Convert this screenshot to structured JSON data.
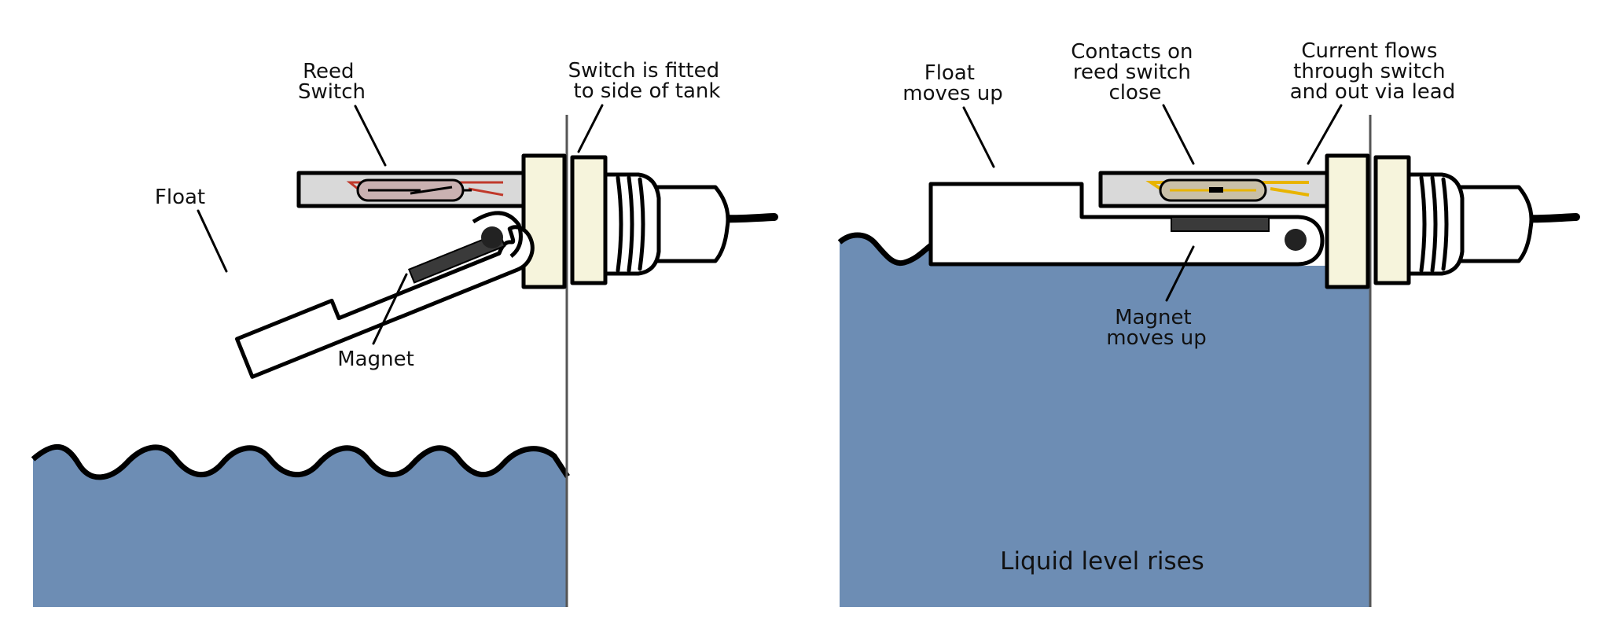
{
  "colors": {
    "liquid": "#6d8db4",
    "float": "#ffffff",
    "housing": "#d9d9d9",
    "nut": "#f6f4dc",
    "magnet": "#3a3a3a",
    "reed_capsule_off": "#c9b1b1",
    "reed_wire_off": "#c0392b",
    "reed_capsule_on": "#c9c0a8",
    "reed_wire_on": "#e8b400",
    "tank_wall": "#555555"
  },
  "left_panel": {
    "labels": {
      "reed_switch": [
        "Reed",
        "Switch"
      ],
      "switch_fitted": [
        "Switch is fitted",
        "to side of tank"
      ],
      "float": "Float",
      "magnet": "Magnet"
    }
  },
  "right_panel": {
    "labels": {
      "float_moves": [
        "Float",
        "moves up"
      ],
      "contacts_close": [
        "Contacts on",
        "reed switch",
        "close"
      ],
      "current_flows": [
        "Current flows",
        "through switch",
        "and out via lead"
      ],
      "magnet_moves": [
        "Magnet",
        "moves up"
      ],
      "liquid_rises": "Liquid level rises"
    }
  }
}
